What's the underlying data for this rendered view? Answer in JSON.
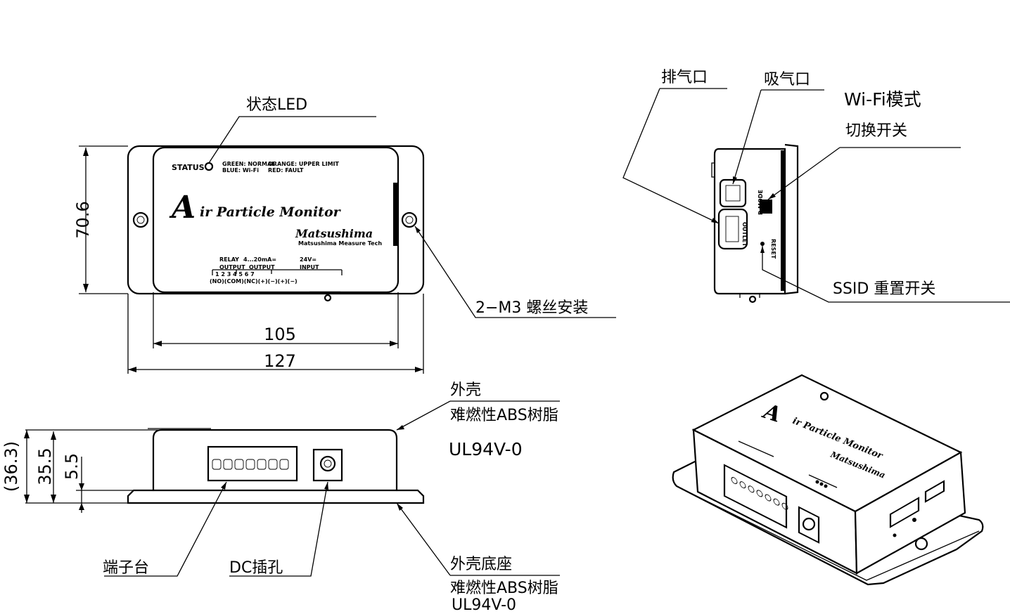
{
  "labels": {
    "status_led": "状态LED",
    "mount": "2−M3 螺丝安装",
    "exhaust": "排气口",
    "intake": "吸气口",
    "wifi_mode_line1": "Wi-Fi模式",
    "wifi_mode_line2": "切换开关",
    "ssid_reset": "SSID 重置开关",
    "case_title": "外壳",
    "case_material": "难燃性ABS树脂",
    "case_grade": "UL94V-0",
    "terminal": "端子台",
    "dc_jack": "DC插孔",
    "base_title": "外壳底座",
    "base_material": "难燃性ABS树脂",
    "base_grade": "UL94V-0"
  },
  "dimensions": {
    "height": "70.6",
    "inner_width": "105",
    "outer_width": "127",
    "total_height": "(36.3)",
    "case_height": "35.5",
    "base_height": "5.5"
  },
  "device": {
    "status": "STATUS",
    "legend_1": "GREEN: NORMAL",
    "legend_2": "ORANGE: UPPER LIMIT",
    "legend_3": "BLUE: Wi-Fi",
    "legend_4": "RED: FAULT",
    "product_a": "A",
    "product_name": "ir Particle Monitor",
    "brand": "Matsushima",
    "brand_sub": "Matsushima Measure Tech",
    "relay": "RELAY",
    "current": "4...20mA=",
    "voltage": "24V=",
    "output": "OUTPUT",
    "output2": "OUTPUT",
    "input": "INPUT",
    "terminal_numbers": "1  2  3  4  5  6  7"
  }
}
